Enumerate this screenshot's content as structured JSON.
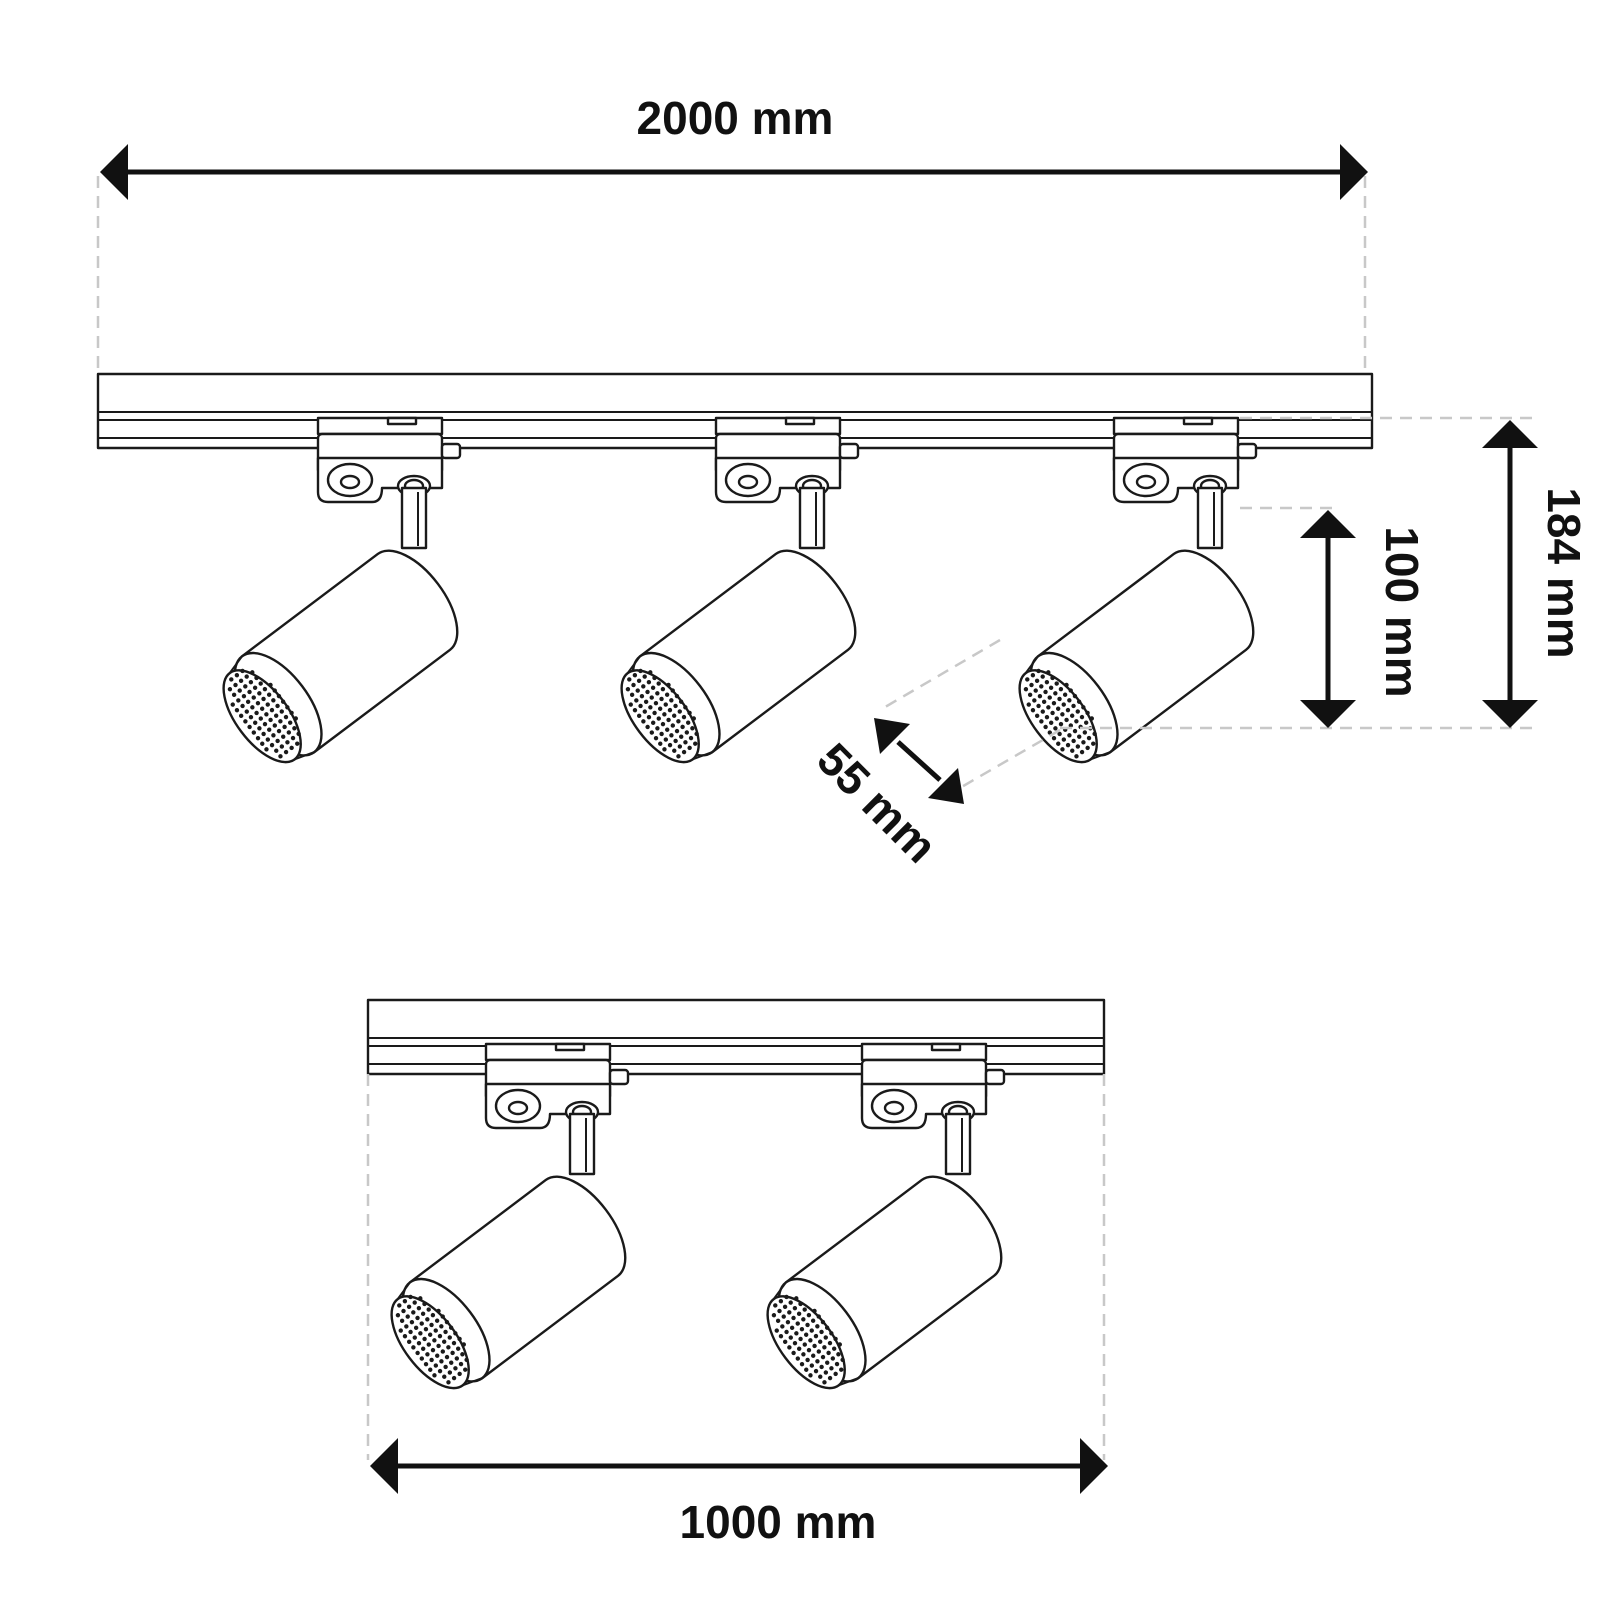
{
  "dimensions": {
    "track_long_length": "2000 mm",
    "track_short_length": "1000 mm",
    "total_height": "184 mm",
    "spot_height": "100 mm",
    "spot_diameter": "55 mm"
  },
  "counts": {
    "spots_on_long_track": 3,
    "spots_on_short_track": 2
  },
  "colors": {
    "line": "#1a1a1a",
    "dimension": "#111111",
    "guide": "#c8c8c8"
  }
}
